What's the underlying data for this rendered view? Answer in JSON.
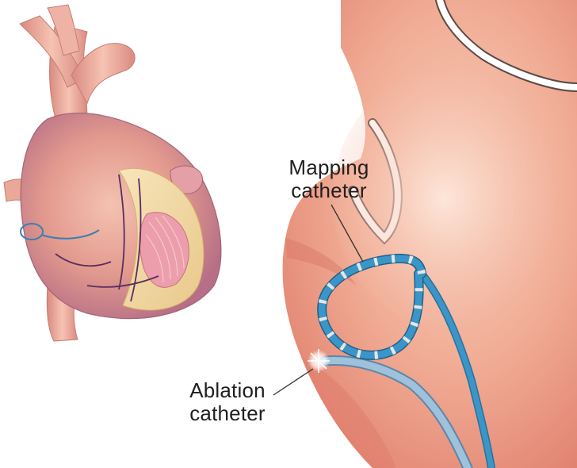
{
  "labels": {
    "mapping": {
      "line1": "Mapping",
      "line2": "catheter"
    },
    "ablation": {
      "line1": "Ablation",
      "line2": "catheter"
    }
  },
  "palette": {
    "heart_base": "#e7a08f",
    "heart_shadow": "#b56f86",
    "vessel": "#efb0a0",
    "fat": "#f0d7a4",
    "muscle_fibers": "#e59aa6",
    "chamber_wall": "#f3b6a0",
    "chamber_shadow": "#e78e78",
    "mapping_catheter": "#3a96c9",
    "catheter_bands": "#e6e6e6",
    "ablation_catheter": "#8fb7d6",
    "coronary_line": "#5a2d5f"
  },
  "icons": {
    "heart": "heart-illustration",
    "atrium": "left-atrium-cutaway"
  }
}
